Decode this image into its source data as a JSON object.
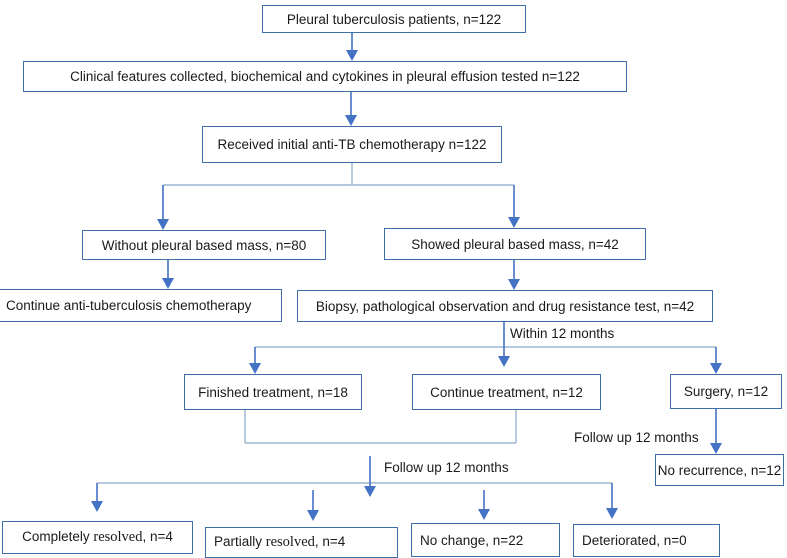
{
  "boxes": {
    "patients": "Pleural tuberculosis patients, n=122",
    "clinical": "Clinical features collected, biochemical and cytokines in pleural effusion tested n=122",
    "initial": "Received initial anti-TB chemotherapy n=122",
    "without_mass": "Without pleural based mass, n=80",
    "showed_mass": "Showed pleural based mass, n=42",
    "continue_chemo": "Continue anti-tuberculosis chemotherapy",
    "biopsy": "Biopsy, pathological observation and drug resistance test, n=42",
    "finished": "Finished treatment, n=18",
    "continue_treatment": "Continue treatment, n=12",
    "surgery": "Surgery, n=12",
    "no_recurrence": "No recurrence, n=12",
    "completely_pre": "Completely ",
    "completely_word": "resolved",
    "completely_post": ", n=4",
    "partially_pre": "Partially ",
    "partially_word": "resolved",
    "partially_post": ", n=4",
    "no_change": "No change, n=22",
    "deteriorated": "Deteriorated, n=0"
  },
  "labels": {
    "within_12": "Within 12 months",
    "follow_up_surgery": "Follow up 12 months",
    "follow_up_main": "Follow up 12 months"
  },
  "colors": {
    "arrow": "#4472c4",
    "box_border": "#3f6fa8",
    "connector": "#8aa8cc"
  }
}
